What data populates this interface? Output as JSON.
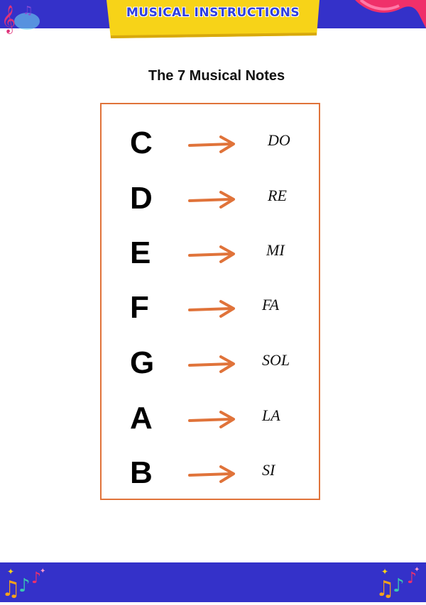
{
  "header": {
    "title": "MUSICAL INSTRUCTIONS"
  },
  "page": {
    "heading": "The 7 Musical Notes"
  },
  "notes": [
    {
      "letter": "C",
      "solfege": "DO"
    },
    {
      "letter": "D",
      "solfege": "RE"
    },
    {
      "letter": "E",
      "solfege": "MI"
    },
    {
      "letter": "F",
      "solfege": "FA"
    },
    {
      "letter": "G",
      "solfege": "SOL"
    },
    {
      "letter": "A",
      "solfege": "LA"
    },
    {
      "letter": "B",
      "solfege": "SI"
    }
  ],
  "colors": {
    "band": "#3431c9",
    "banner_yellow": "#f7d318",
    "title_blue": "#2f3fe0",
    "accent_orange": "#e0733a",
    "ribbon_pink": "#f0306a"
  },
  "icons": {
    "top_left": "treble-clef-icon",
    "top_right": "ribbon-icon",
    "bottom_left": "music-notes-icon",
    "bottom_right": "music-notes-icon",
    "row_arrow": "arrow-right-icon"
  }
}
